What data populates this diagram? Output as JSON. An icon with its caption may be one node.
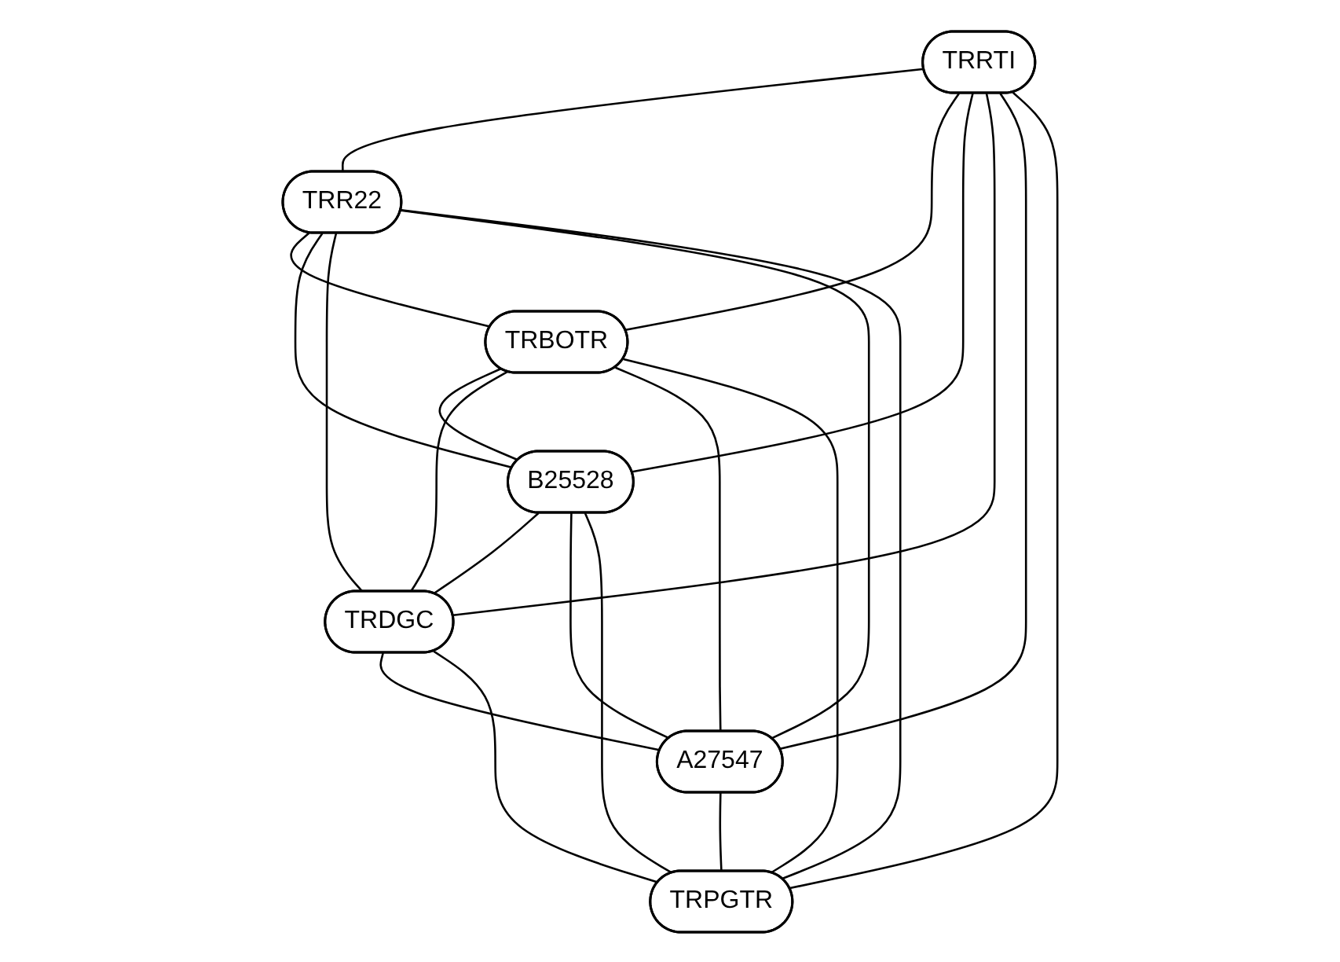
{
  "diagram": {
    "nodes": [
      {
        "text": [
          "TRRTI"
        ]
      },
      {
        "text": [
          "TRR22"
        ]
      },
      {
        "text": [
          "TRBOTR"
        ]
      },
      {
        "text": [
          "B25528"
        ]
      },
      {
        "text": [
          "TRDGC"
        ]
      },
      {
        "text": [
          "A27547"
        ]
      },
      {
        "text": [
          "TRPGTR"
        ]
      }
    ],
    "edges": [
      {
        "from": 0,
        "to": 1,
        "arrow": "none"
      },
      {
        "from": 0,
        "to": 2,
        "arrow": "none"
      },
      {
        "from": 0,
        "to": 3,
        "arrow": "none"
      },
      {
        "from": 0,
        "to": 4,
        "arrow": "none"
      },
      {
        "from": 0,
        "to": 5,
        "arrow": "none"
      },
      {
        "from": 0,
        "to": 6,
        "arrow": "none"
      },
      {
        "from": 1,
        "to": 2,
        "arrow": "none"
      },
      {
        "from": 1,
        "to": 3,
        "arrow": "none"
      },
      {
        "from": 1,
        "to": 4,
        "arrow": "none"
      },
      {
        "from": 1,
        "to": 5,
        "arrow": "none"
      },
      {
        "from": 1,
        "to": 6,
        "arrow": "none"
      },
      {
        "from": 2,
        "to": 3,
        "arrow": "none"
      },
      {
        "from": 2,
        "to": 4,
        "arrow": "none"
      },
      {
        "from": 2,
        "to": 5,
        "arrow": "none"
      },
      {
        "from": 2,
        "to": 6,
        "arrow": "none"
      },
      {
        "from": 3,
        "to": 4,
        "arrow": "none"
      },
      {
        "from": 3,
        "to": 5,
        "arrow": "none"
      },
      {
        "from": 3,
        "to": 6,
        "arrow": "none"
      },
      {
        "from": 4,
        "to": 5,
        "arrow": "none"
      },
      {
        "from": 4,
        "to": 6,
        "arrow": "none"
      },
      {
        "from": 5,
        "to": 6,
        "arrow": "none"
      }
    ]
  }
}
